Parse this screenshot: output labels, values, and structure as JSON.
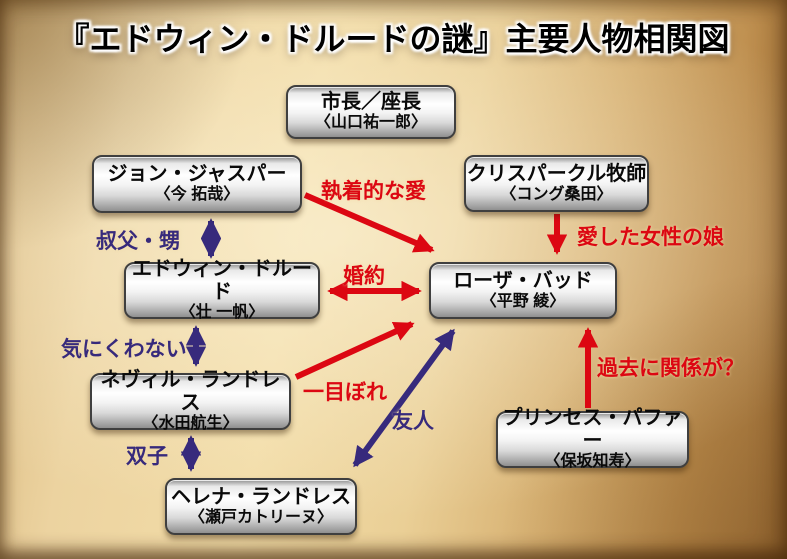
{
  "title": "『エドウィン・ドルードの謎』主要人物相関図",
  "colors": {
    "red": "#dc0712",
    "blue": "#372a7c",
    "ink": "#000000",
    "box_border": "#3f3f3f"
  },
  "nodes": {
    "mayor": {
      "name": "市長／座長",
      "actor": "〈山口祐一郎〉"
    },
    "jasper": {
      "name": "ジョン・ジャスパー",
      "actor": "〈今 拓哉〉"
    },
    "crisparkle": {
      "name": "クリスパークル牧師",
      "actor": "〈コング桑田〉"
    },
    "edwin": {
      "name": "エドウィン・ドルード",
      "actor": "〈壮 一帆〉"
    },
    "rosa": {
      "name": "ローザ・バッド",
      "actor": "〈平野 綾〉"
    },
    "neville": {
      "name": "ネヴィル・ランドレス",
      "actor": "〈水田航生〉"
    },
    "puffer": {
      "name": "プリンセス・パファー",
      "actor": "〈保坂知寿〉"
    },
    "helena": {
      "name": "ヘレナ・ランドレス",
      "actor": "〈瀬戸カトリーヌ〉"
    }
  },
  "relations": {
    "obsessive_love": {
      "label": "執着的な愛",
      "color": "red",
      "from": "jasper",
      "to": "rosa",
      "arrow": "single"
    },
    "uncle_nephew": {
      "label": "叔父・甥",
      "color": "blue",
      "from": "jasper",
      "to": "edwin",
      "arrow": "double"
    },
    "loved_daughter": {
      "label": "愛した女性の娘",
      "color": "red",
      "from": "crisparkle",
      "to": "rosa",
      "arrow": "single"
    },
    "engagement": {
      "label": "婚約",
      "color": "red",
      "from": "edwin",
      "to": "rosa",
      "arrow": "double"
    },
    "dislike": {
      "label": "気にくわない",
      "color": "blue",
      "from": "edwin",
      "to": "neville",
      "arrow": "double"
    },
    "first_sight": {
      "label": "一目ぼれ",
      "color": "red",
      "from": "neville",
      "to": "rosa",
      "arrow": "single"
    },
    "friend": {
      "label": "友人",
      "color": "blue",
      "from": "helena",
      "to": "rosa",
      "arrow": "double"
    },
    "past_relation": {
      "label": "過去に関係が？",
      "color": "red",
      "from": "puffer",
      "to": "rosa",
      "arrow": "single"
    },
    "twins": {
      "label": "双子",
      "color": "blue",
      "from": "neville",
      "to": "helena",
      "arrow": "double"
    }
  }
}
